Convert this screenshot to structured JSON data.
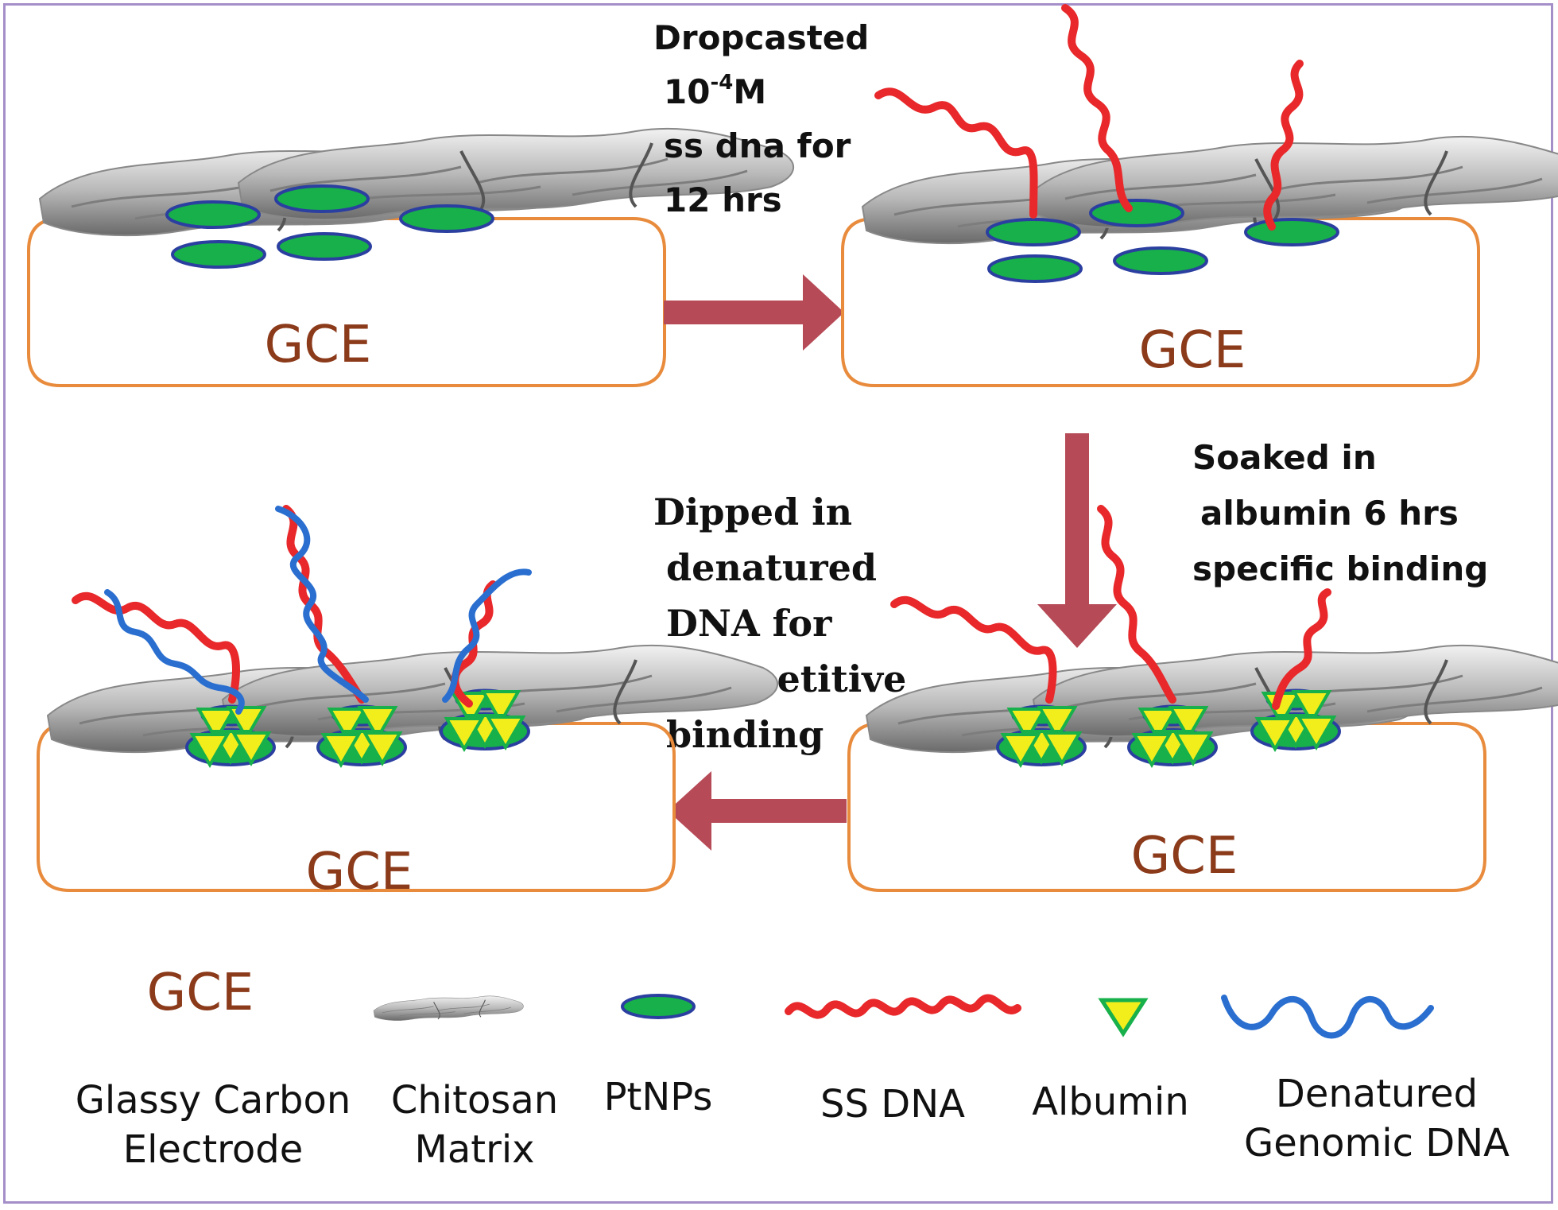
{
  "electrode_label": "GCE",
  "steps": {
    "step1": [
      "Dropcasted",
      "10",
      "-4",
      "M",
      "ss dna for",
      "12 hrs"
    ],
    "step2": [
      "Soaked in",
      "albumin 6 hrs",
      "specific binding"
    ],
    "step3": [
      "Dipped in",
      "denatured",
      "DNA for",
      "competitive",
      "binding"
    ]
  },
  "legend": {
    "gce_symbol": "GCE",
    "glassy_carbon": [
      "Glassy Carbon",
      "Electrode"
    ],
    "chitosan": [
      "Chitosan",
      "Matrix"
    ],
    "ptnps": "PtNPs",
    "ss_dna": "SS DNA",
    "albumin": "Albumin",
    "denatured": [
      "Denatured",
      "Genomic DNA"
    ]
  },
  "colors": {
    "electrode_outline": "#e88b3c",
    "gce_text": "#8b3a1a",
    "arrow": "#b64a56",
    "ptnp_fill": "#17b04a",
    "ptnp_stroke": "#2b3fa0",
    "ss_dna": "#e8282a",
    "albumin_fill": "#f2ee1c",
    "albumin_stroke": "#17b04a",
    "denatured_dna": "#2a6fd0",
    "frame": "#a58fc9"
  }
}
